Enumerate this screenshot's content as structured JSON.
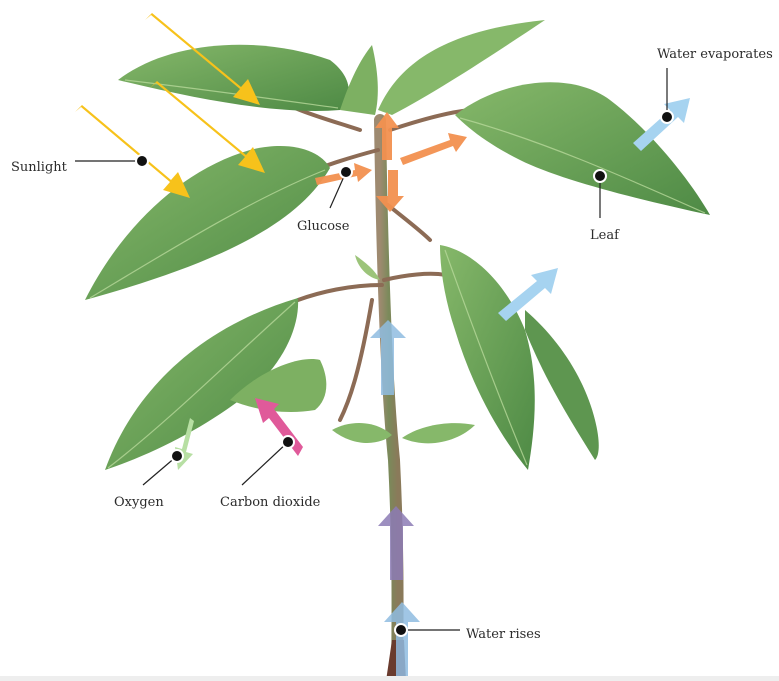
{
  "labels": {
    "sunlight": "Sunlight",
    "glucose": "Glucose",
    "leaf": "Leaf",
    "water_evaporates": "Water evaporates",
    "oxygen": "Oxygen",
    "carbon_dioxide": "Carbon dioxide",
    "water_rises": "Water rises"
  },
  "colors": {
    "sunlight": "#F7C21B",
    "glucose": "#F39150",
    "water": "#A6D3F0",
    "water_stem": "#8FBCE0",
    "oxygen": "#B7DFA3",
    "carbon_dioxide": "#E05A9A",
    "stem_transport": "#8C7BB5",
    "leaf": "#6FA55B",
    "leaf_dark": "#4E8A45",
    "stem": "#7E7A55"
  }
}
